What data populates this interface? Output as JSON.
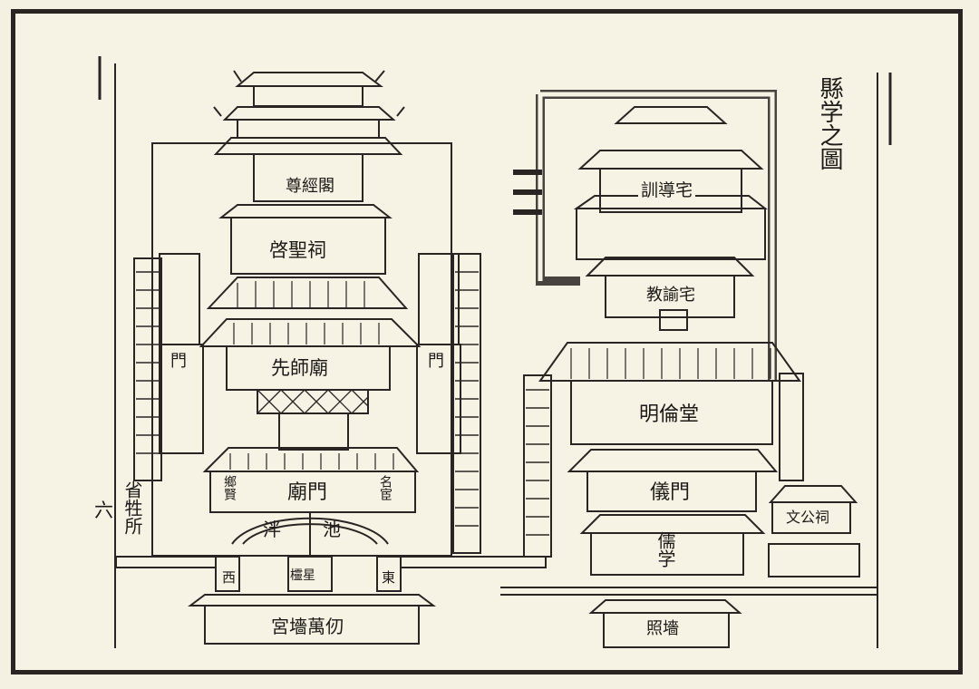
{
  "title": "縣学之圖",
  "page_number": "六",
  "labels": {
    "zunjing_ge": "尊經閣",
    "qisheng_ci": "啓聖祠",
    "xianshi_miao": "先師廟",
    "miao_men": "廟門",
    "panchi": "泮池",
    "lingxing": "欞星",
    "gongqiang": "宮墻萬仞",
    "xi": "西",
    "dong": "東",
    "men_left": "門",
    "men_right": "門",
    "minghuan": "名宦",
    "xiangxian": "鄉賢",
    "shengsheng_suo": "省牲所",
    "xundao_zhai": "訓導宅",
    "jiaoyu_zhai": "教諭宅",
    "minglun_tang": "明倫堂",
    "yi_men": "儀門",
    "ru_xue": "儒学",
    "wengong_ci": "文公祠",
    "zhaobi": "照墻"
  },
  "colors": {
    "ink": "#2a2522",
    "paper": "#f6f2e4"
  }
}
